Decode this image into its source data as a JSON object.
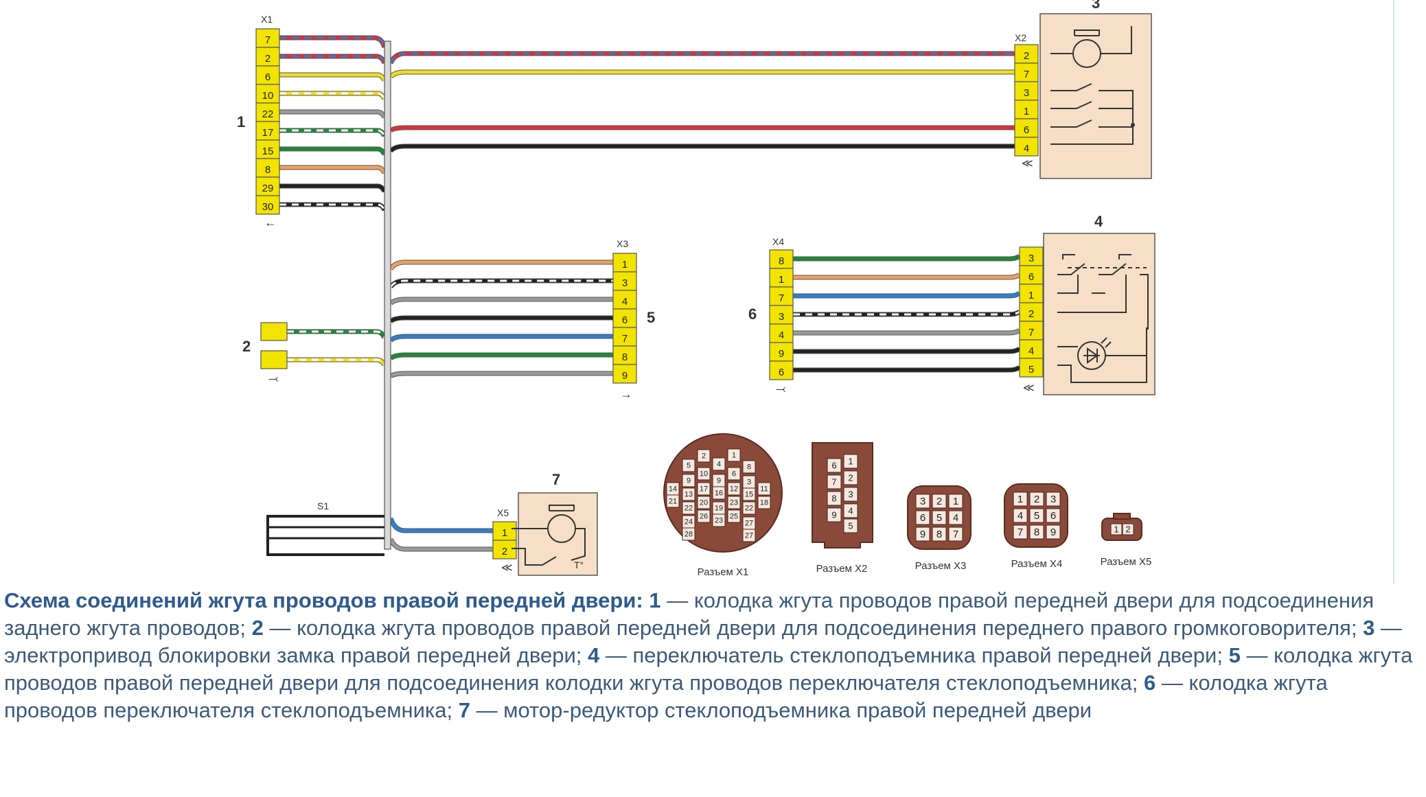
{
  "connectors": {
    "x1": {
      "label": "X1",
      "pins": [
        "7",
        "2",
        "6",
        "10",
        "22",
        "17",
        "15",
        "8",
        "29",
        "30"
      ]
    },
    "x2": {
      "label": "X2",
      "pins": [
        "2",
        "7",
        "3",
        "1",
        "6",
        "4"
      ]
    },
    "x3": {
      "label": "X3",
      "pins": [
        "1",
        "3",
        "4",
        "6",
        "7",
        "8",
        "9"
      ]
    },
    "x4": {
      "label": "X4",
      "pins": [
        "8",
        "1",
        "7",
        "3",
        "4",
        "9",
        "6"
      ]
    },
    "x5": {
      "label": "X5",
      "pins": [
        "1",
        "2"
      ]
    },
    "comp4": {
      "pins": [
        "3",
        "6",
        "1",
        "2",
        "7",
        "4",
        "5"
      ]
    }
  },
  "splice": {
    "label": "S1"
  },
  "numbers": {
    "n1": "1",
    "n2": "2",
    "n3": "3",
    "n4": "4",
    "n5": "5",
    "n6": "6",
    "n7": "7"
  },
  "thermal_label": "T°",
  "plug_captions": {
    "x1": "Разъем X1",
    "x2": "Разъем X2",
    "x3": "Разъем X3",
    "x4": "Разъем X4",
    "x5": "Разъем X5"
  },
  "wire_colors": {
    "red": "#d8323a",
    "blue": "#2f7fd0",
    "yellow": "#f0de20",
    "black": "#222222",
    "green": "#1f8a3a",
    "orange": "#f0a060",
    "grey": "#9a9a9a",
    "white": "#ffffff"
  },
  "caption": {
    "title": "Схема соединений жгута проводов правой передней двери:",
    "items": [
      {
        "num": "1",
        "text": " — колодка жгута проводов правой передней двери для подсоединения заднего жгута проводов; "
      },
      {
        "num": "2",
        "text": " — колодка жгута проводов правой передней двери для подсоединения переднего правого громкоговорителя; "
      },
      {
        "num": "3",
        "text": " — электропривод блокировки замка правой передней двери; "
      },
      {
        "num": "4",
        "text": " — переключатель стеклоподъемника правой передней двери; "
      },
      {
        "num": "5",
        "text": " — колодка жгута проводов правой передней двери для подсоединения колодки жгута проводов переключателя стеклоподъемника; "
      },
      {
        "num": "6",
        "text": " — колодка жгута проводов переключателя стеклоподъемника; "
      },
      {
        "num": "7",
        "text": " — мотор-редуктор стеклоподъемника правой передней двери"
      }
    ]
  }
}
